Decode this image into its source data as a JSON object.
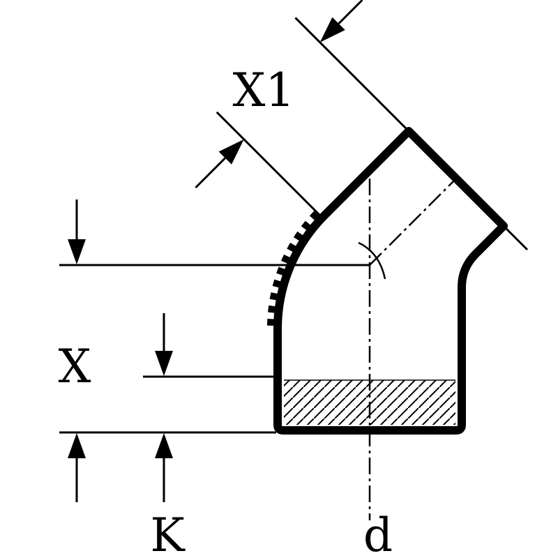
{
  "labels": {
    "x1": "X1",
    "x": "X",
    "k": "K",
    "d": "d"
  },
  "colors": {
    "ink": "#000000",
    "background": "#ffffff"
  }
}
